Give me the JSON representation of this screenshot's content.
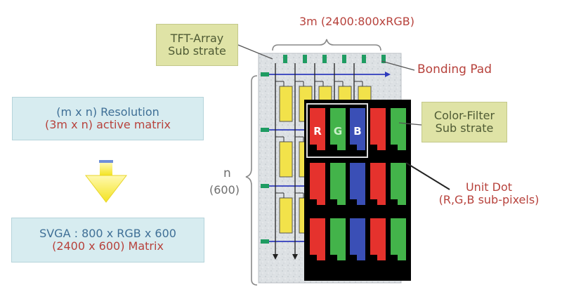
{
  "labels": {
    "tft_array_line1": "TFT-Array",
    "tft_array_line2": "Sub strate",
    "top_dimension": "3m (2400:800xRGB)",
    "bonding_pad": "Bonding Pad",
    "color_filter_line1": "Color-Filter",
    "color_filter_line2": "Sub strate",
    "resolution_line1": "(m x n) Resolution",
    "resolution_line2": "(3m x n) active matrix",
    "n_label": "n",
    "n_value": "(600)",
    "unit_dot_line1": "Unit Dot",
    "unit_dot_line2": "(R,G,B sub-pixels)",
    "svga_line1": "SVGA : 800 x RGB x 600",
    "svga_line2": "(2400 x 600) Matrix",
    "subpixel_r": "R",
    "subpixel_g": "G",
    "subpixel_b": "B"
  },
  "colors": {
    "red_subpixel": "#e5322d",
    "green_subpixel": "#43b34a",
    "blue_subpixel": "#3a4fb6",
    "tft_cell_yellow": "#f2e24a",
    "bus_line_blue": "#2f3bbd",
    "pad_green": "#1f9c62",
    "arrow_yellow": "#f3e321",
    "text_red": "#b7423c",
    "text_blue": "#3f6f96"
  }
}
